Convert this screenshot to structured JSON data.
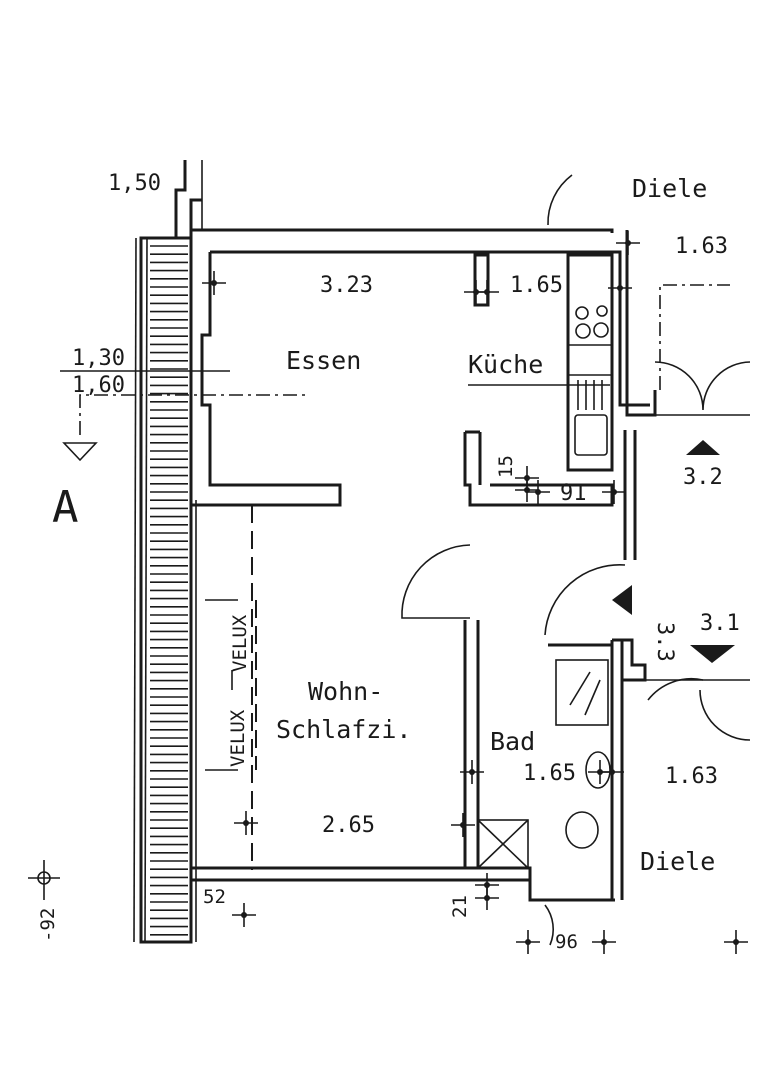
{
  "plan": {
    "rooms": {
      "essen": "Essen",
      "kueche": "Küche",
      "wohn_line1": "Wohn-",
      "wohn_line2": "Schlafzi.",
      "bad": "Bad",
      "diele_top": "Diele",
      "diele_bottom": "Diele"
    },
    "dimensions": {
      "essen_height": "3.23",
      "kueche_height": "1.65",
      "diele_top_height": "1.63",
      "wohn_height": "2.65",
      "bad_height": "1.65",
      "diele_bottom_height": "1.63",
      "parapet_150": "1,50",
      "sill_130": "1,30",
      "sill_160": "1,60",
      "d15": "15",
      "d91": "91",
      "d52": "52",
      "d21": "21",
      "d96": "96",
      "d92": "-92"
    },
    "windows": [
      "VELUX",
      "VELUX"
    ],
    "section_marker": "A",
    "view_markers": [
      "3.2",
      "3.3",
      "3.1"
    ]
  }
}
